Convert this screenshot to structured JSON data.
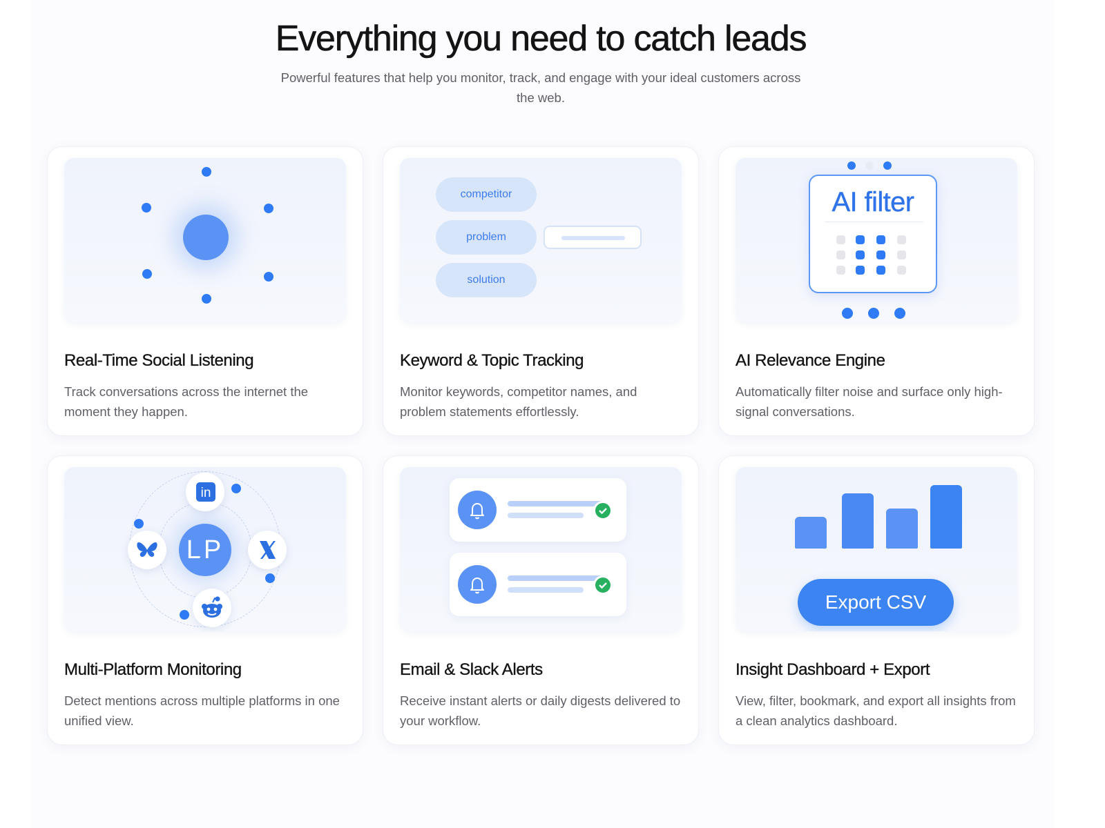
{
  "header": {
    "title": "Everything you need to catch leads",
    "subtitle": "Powerful features that help you monitor, track, and engage with your ideal customers across the web."
  },
  "colors": {
    "accent": "#2f7bf6",
    "accent_soft": "#5b93f5",
    "success": "#27b060",
    "card_bg": "#ffffff",
    "illustration_bg": "#eff3fc"
  },
  "features": [
    {
      "title": "Real-Time Social Listening",
      "description": "Track conversations across the internet the moment they happen.",
      "illustration": "radar-dots"
    },
    {
      "title": "Keyword & Topic Tracking",
      "description": "Monitor keywords, competitor names, and problem statements effortlessly.",
      "illustration": "keyword-pills",
      "keywords": [
        "competitor",
        "problem",
        "solution"
      ]
    },
    {
      "title": "AI Relevance Engine",
      "description": "Automatically filter noise and surface only high-signal conversations.",
      "illustration": "ai-filter",
      "filter_label": "AI filter"
    },
    {
      "title": "Multi-Platform Monitoring",
      "description": "Detect mentions across multiple platforms in one unified view.",
      "illustration": "platform-orbit",
      "hub_label": "LP",
      "platform_icons": [
        "linkedin-icon",
        "x-icon",
        "reddit-icon",
        "bluesky-icon"
      ]
    },
    {
      "title": "Email & Slack Alerts",
      "description": "Receive instant alerts or daily digests delivered to your workflow.",
      "illustration": "alert-notifications",
      "icons": [
        "bell-icon",
        "check-icon"
      ]
    },
    {
      "title": "Insight Dashboard + Export",
      "description": "View, filter, bookmark, and export all insights from a clean analytics dashboard.",
      "illustration": "bar-chart",
      "export_label": "Export CSV"
    }
  ]
}
